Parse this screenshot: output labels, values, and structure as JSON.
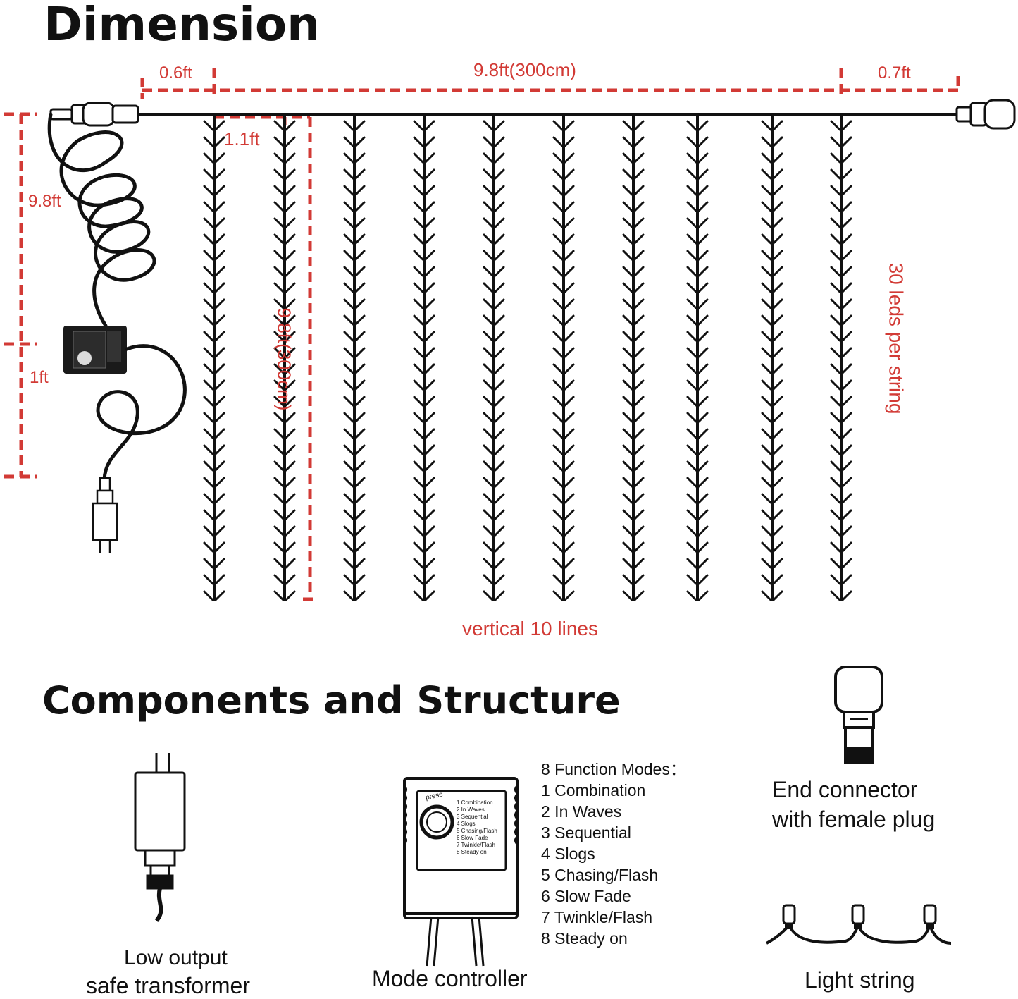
{
  "titles": {
    "dimension": "Dimension",
    "components": "Components and Structure"
  },
  "dimensions": {
    "left_offset": "0.6ft",
    "total_width": "9.8ft(300cm)",
    "right_offset": "0.7ft",
    "spacing": "1.1ft",
    "lead_cable": "9.8ft",
    "controller_to_plug": "1ft",
    "string_length": "9.8ft(300cm)",
    "leds_per_string": "30 leds per string",
    "line_count": "vertical 10 lines"
  },
  "components": {
    "transformer": {
      "line1": "Low output",
      "line2": "safe transformer"
    },
    "controller": {
      "label": "Mode controller",
      "press": "press",
      "panel_modes": [
        "1 Combination",
        "2 In Waves",
        "3 Sequential",
        "4 Slogs",
        "5 Chasing/Flash",
        "6 Slow Fade",
        "7 Twinkle/Flash",
        "8 Steady on"
      ]
    },
    "modes_title": "8 Function Modes：",
    "modes": [
      "1 Combination",
      "2 In Waves",
      "3 Sequential",
      "4 Slogs",
      "5 Chasing/Flash",
      "6 Slow Fade",
      "7 Twinkle/Flash",
      "8 Steady on"
    ],
    "end_connector": {
      "line1": "End connector",
      "line2": "with female plug"
    },
    "light_string": "Light string"
  },
  "colors": {
    "dimension_red": "#d23a35",
    "ink": "#111111"
  }
}
